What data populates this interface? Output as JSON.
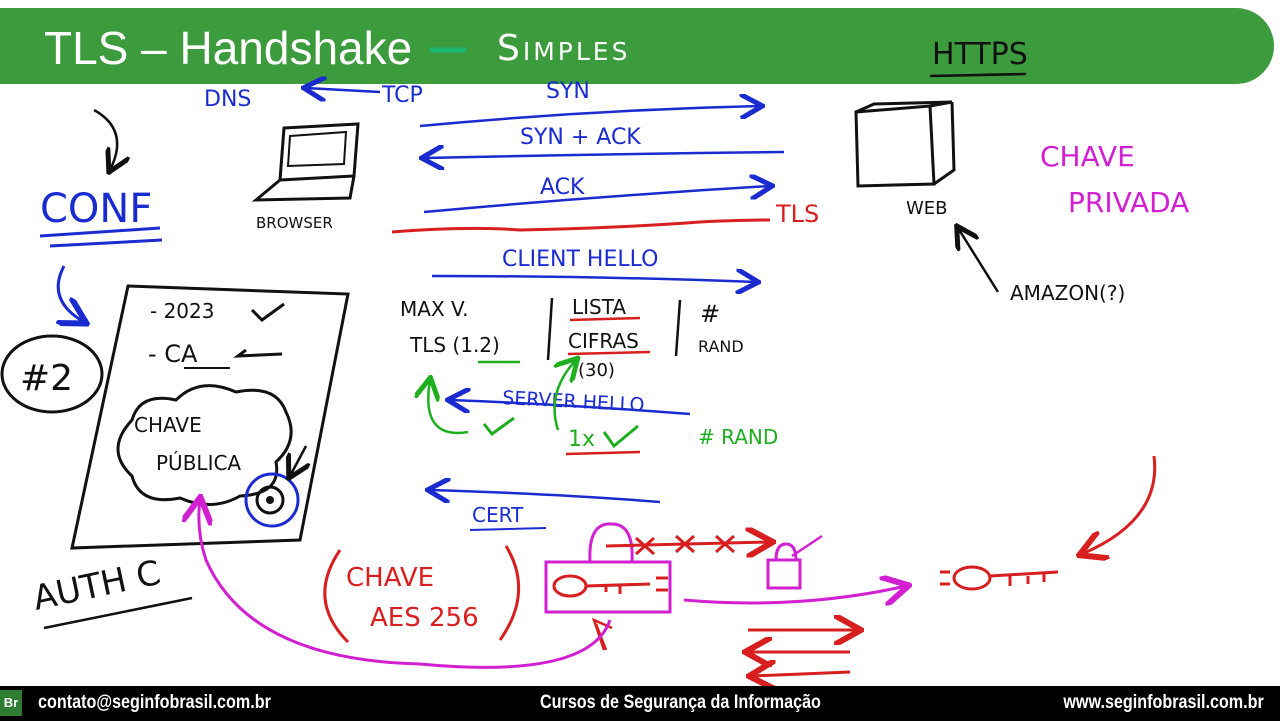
{
  "header": {
    "title": "TLS – Handshake",
    "title_dash": "–",
    "subtitle": "Simples"
  },
  "diagram": {
    "https_label": "HTTPS",
    "dns_label": "DNS",
    "tcp_label": "TCP",
    "syn_label": "SYN",
    "synack_label": "SYN + ACK",
    "ack_label": "ACK",
    "tls_label": "TLS",
    "client_hello_label": "CLIENT HELLO",
    "server_hello_label": "SERVER HELLO",
    "cert_label": "CERT",
    "browser_label": "BROWSER",
    "web_label": "WEB",
    "conf_label": "CONF",
    "chave_privada_line1": "CHAVE",
    "chave_privada_line2": "PRIVADA",
    "amazon_label": "AMAZON(?)",
    "max_v_label": "MAX V.",
    "tls_version_label": "TLS (1.2)",
    "lista_label": "LISTA",
    "cifras_label": "CIFRAS",
    "cifras_count": "(30)",
    "hash_rand_line1": "#",
    "hash_rand_line2": "RAND",
    "server_rand_label": "# RAND",
    "one_x_label": "1x",
    "cert_year": "- 2023",
    "cert_ca": "- CA",
    "cert_key_line1": "CHAVE",
    "cert_key_line2": "PÚBLICA",
    "badge_label": "#2",
    "auth_label": "AUTH C",
    "aes_line1": "CHAVE",
    "aes_line2": "AES 256"
  },
  "colors": {
    "banner": "#3c9b3c",
    "blue_ink": "#1a2bd0",
    "red_ink": "#d71f1f",
    "green_ink": "#1fae1f",
    "magenta_ink": "#d21fd2",
    "black_ink": "#111111"
  },
  "footer": {
    "logo": "Br",
    "email": "contato@seginfobrasil.com.br",
    "center": "Cursos de Segurança da Informação",
    "website": "www.seginfobrasil.com.br"
  }
}
